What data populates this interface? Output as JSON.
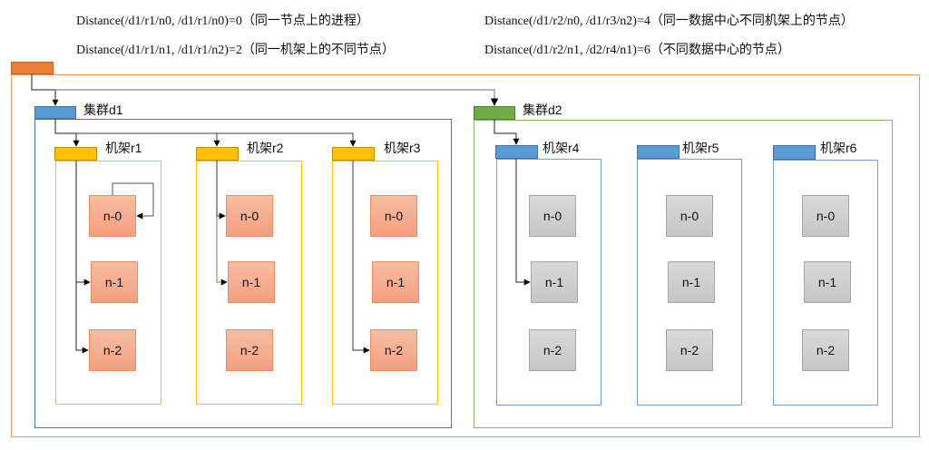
{
  "formulas": [
    "Distance(/d1/r1/n0, /d1/r1/n0)=0（同一节点上的进程）",
    "Distance(/d1/r1/n1, /d1/r1/n2)=2（同一机架上的不同节点）",
    "Distance(/d1/r2/n0, /d1/r3/n2)=4（同一数据中心不同机架上的节点）",
    "Distance(/d1/r2/n1, /d2/r4/n1)=6（不同数据中心的节点）"
  ],
  "colors": {
    "root": "#ed7d31",
    "dc1": "#5b9bd5",
    "dc2": "#70ad47",
    "rack_dc1": "#ffc000",
    "rack_dc2": "#5b9bd5",
    "node_dc1": "#f4a582",
    "node_dc2": "#cccccc"
  },
  "datacenters": [
    {
      "label": "集群d1",
      "racks": [
        {
          "label": "机架r1",
          "nodes": [
            "n-0",
            "n-1",
            "n-2"
          ]
        },
        {
          "label": "机架r2",
          "nodes": [
            "n-0",
            "n-1",
            "n-2"
          ]
        },
        {
          "label": "机架r3",
          "nodes": [
            "n-0",
            "n-1",
            "n-2"
          ]
        }
      ]
    },
    {
      "label": "集群d2",
      "racks": [
        {
          "label": "机架r4",
          "nodes": [
            "n-0",
            "n-1",
            "n-2"
          ]
        },
        {
          "label": "机架r5",
          "nodes": [
            "n-0",
            "n-1",
            "n-2"
          ]
        },
        {
          "label": "机架r6",
          "nodes": [
            "n-0",
            "n-1",
            "n-2"
          ]
        }
      ]
    }
  ]
}
